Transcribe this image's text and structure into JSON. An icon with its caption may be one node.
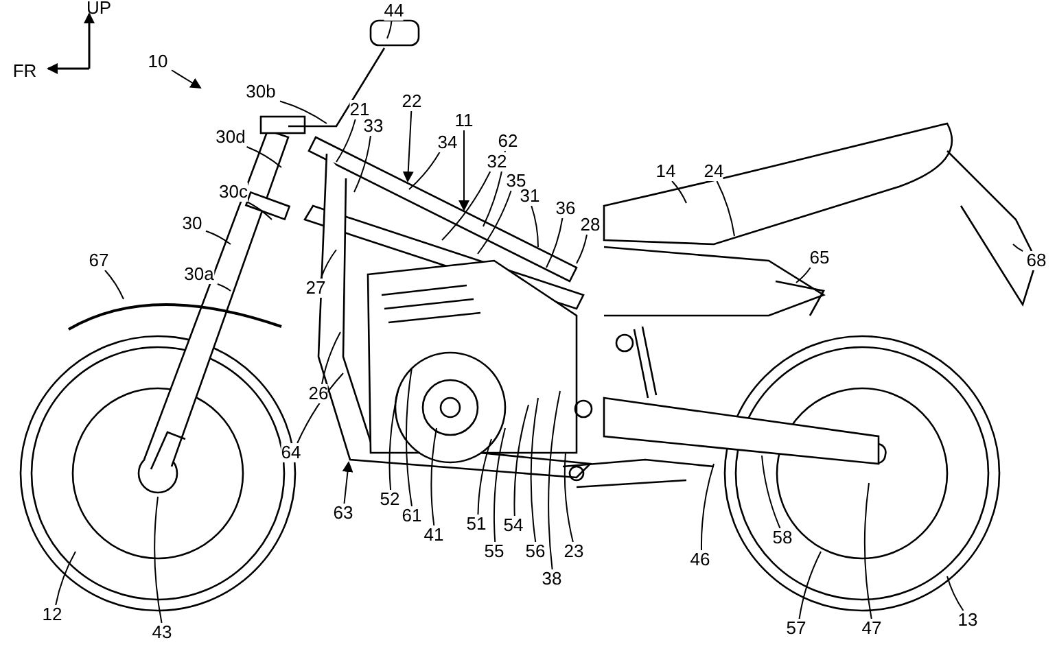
{
  "diagram": {
    "nodes": [
      {
        "text": [
          "44"
        ]
      },
      {
        "text": [
          "10"
        ]
      },
      {
        "text": [
          "30b"
        ]
      },
      {
        "text": [
          "21"
        ]
      },
      {
        "text": [
          "22"
        ]
      },
      {
        "text": [
          "11"
        ]
      },
      {
        "text": [
          "33"
        ]
      },
      {
        "text": [
          "34"
        ]
      },
      {
        "text": [
          "62"
        ]
      },
      {
        "text": [
          "32"
        ]
      },
      {
        "text": [
          "35"
        ]
      },
      {
        "text": [
          "30d"
        ]
      },
      {
        "text": [
          "14"
        ]
      },
      {
        "text": [
          "24"
        ]
      },
      {
        "text": [
          "31"
        ]
      },
      {
        "text": [
          "36"
        ]
      },
      {
        "text": [
          "28"
        ]
      },
      {
        "text": [
          "30c"
        ]
      },
      {
        "text": [
          "30"
        ]
      },
      {
        "text": [
          "67"
        ]
      },
      {
        "text": [
          "68"
        ]
      },
      {
        "text": [
          "27"
        ]
      },
      {
        "text": [
          "30a"
        ]
      },
      {
        "text": [
          "65"
        ]
      },
      {
        "text": [
          "26"
        ]
      },
      {
        "text": [
          "64"
        ]
      },
      {
        "text": [
          "52"
        ]
      },
      {
        "text": [
          "61"
        ]
      },
      {
        "text": [
          "63"
        ]
      },
      {
        "text": [
          "41"
        ]
      },
      {
        "text": [
          "51"
        ]
      },
      {
        "text": [
          "54"
        ]
      },
      {
        "text": [
          "55"
        ]
      },
      {
        "text": [
          "56"
        ]
      },
      {
        "text": [
          "23"
        ]
      },
      {
        "text": [
          "38"
        ]
      },
      {
        "text": [
          "46"
        ]
      },
      {
        "text": [
          "58"
        ]
      },
      {
        "text": [
          "12"
        ]
      },
      {
        "text": [
          "43"
        ]
      },
      {
        "text": [
          "13"
        ]
      },
      {
        "text": [
          "57"
        ]
      },
      {
        "text": [
          "47"
        ]
      }
    ],
    "edges": [
      {
        "from": 0,
        "to": null,
        "arrow": "none"
      },
      {
        "from": 1,
        "to": null,
        "arrow": "to"
      },
      {
        "from": 2,
        "to": null,
        "arrow": "none"
      },
      {
        "from": 3,
        "to": null,
        "arrow": "none"
      },
      {
        "from": 4,
        "to": null,
        "arrow": "to"
      },
      {
        "from": 5,
        "to": null,
        "arrow": "to"
      },
      {
        "from": 6,
        "to": null,
        "arrow": "none"
      },
      {
        "from": 7,
        "to": null,
        "arrow": "none"
      },
      {
        "from": 8,
        "to": null,
        "arrow": "none"
      },
      {
        "from": 9,
        "to": null,
        "arrow": "none"
      },
      {
        "from": 10,
        "to": null,
        "arrow": "none"
      },
      {
        "from": 11,
        "to": null,
        "arrow": "none"
      },
      {
        "from": 12,
        "to": null,
        "arrow": "none"
      },
      {
        "from": 13,
        "to": null,
        "arrow": "none"
      },
      {
        "from": 14,
        "to": null,
        "arrow": "none"
      },
      {
        "from": 15,
        "to": null,
        "arrow": "none"
      },
      {
        "from": 16,
        "to": null,
        "arrow": "none"
      },
      {
        "from": 17,
        "to": null,
        "arrow": "none"
      },
      {
        "from": 18,
        "to": null,
        "arrow": "none"
      },
      {
        "from": 19,
        "to": null,
        "arrow": "none"
      },
      {
        "from": 20,
        "to": null,
        "arrow": "none"
      },
      {
        "from": 21,
        "to": null,
        "arrow": "none"
      },
      {
        "from": 22,
        "to": null,
        "arrow": "none"
      },
      {
        "from": 23,
        "to": null,
        "arrow": "none"
      },
      {
        "from": 24,
        "to": null,
        "arrow": "none"
      },
      {
        "from": 25,
        "to": null,
        "arrow": "none"
      },
      {
        "from": 26,
        "to": null,
        "arrow": "none"
      },
      {
        "from": 27,
        "to": null,
        "arrow": "none"
      },
      {
        "from": 28,
        "to": null,
        "arrow": "to"
      },
      {
        "from": 29,
        "to": null,
        "arrow": "none"
      },
      {
        "from": 30,
        "to": null,
        "arrow": "none"
      },
      {
        "from": 31,
        "to": null,
        "arrow": "none"
      },
      {
        "from": 32,
        "to": null,
        "arrow": "none"
      },
      {
        "from": 33,
        "to": null,
        "arrow": "none"
      },
      {
        "from": 34,
        "to": null,
        "arrow": "none"
      },
      {
        "from": 35,
        "to": null,
        "arrow": "none"
      },
      {
        "from": 36,
        "to": null,
        "arrow": "none"
      },
      {
        "from": 37,
        "to": null,
        "arrow": "none"
      },
      {
        "from": 38,
        "to": null,
        "arrow": "none"
      },
      {
        "from": 39,
        "to": null,
        "arrow": "none"
      },
      {
        "from": 40,
        "to": null,
        "arrow": "none"
      },
      {
        "from": 41,
        "to": null,
        "arrow": "none"
      },
      {
        "from": 42,
        "to": null,
        "arrow": "none"
      }
    ],
    "labels": [
      "UP",
      "FR"
    ]
  }
}
